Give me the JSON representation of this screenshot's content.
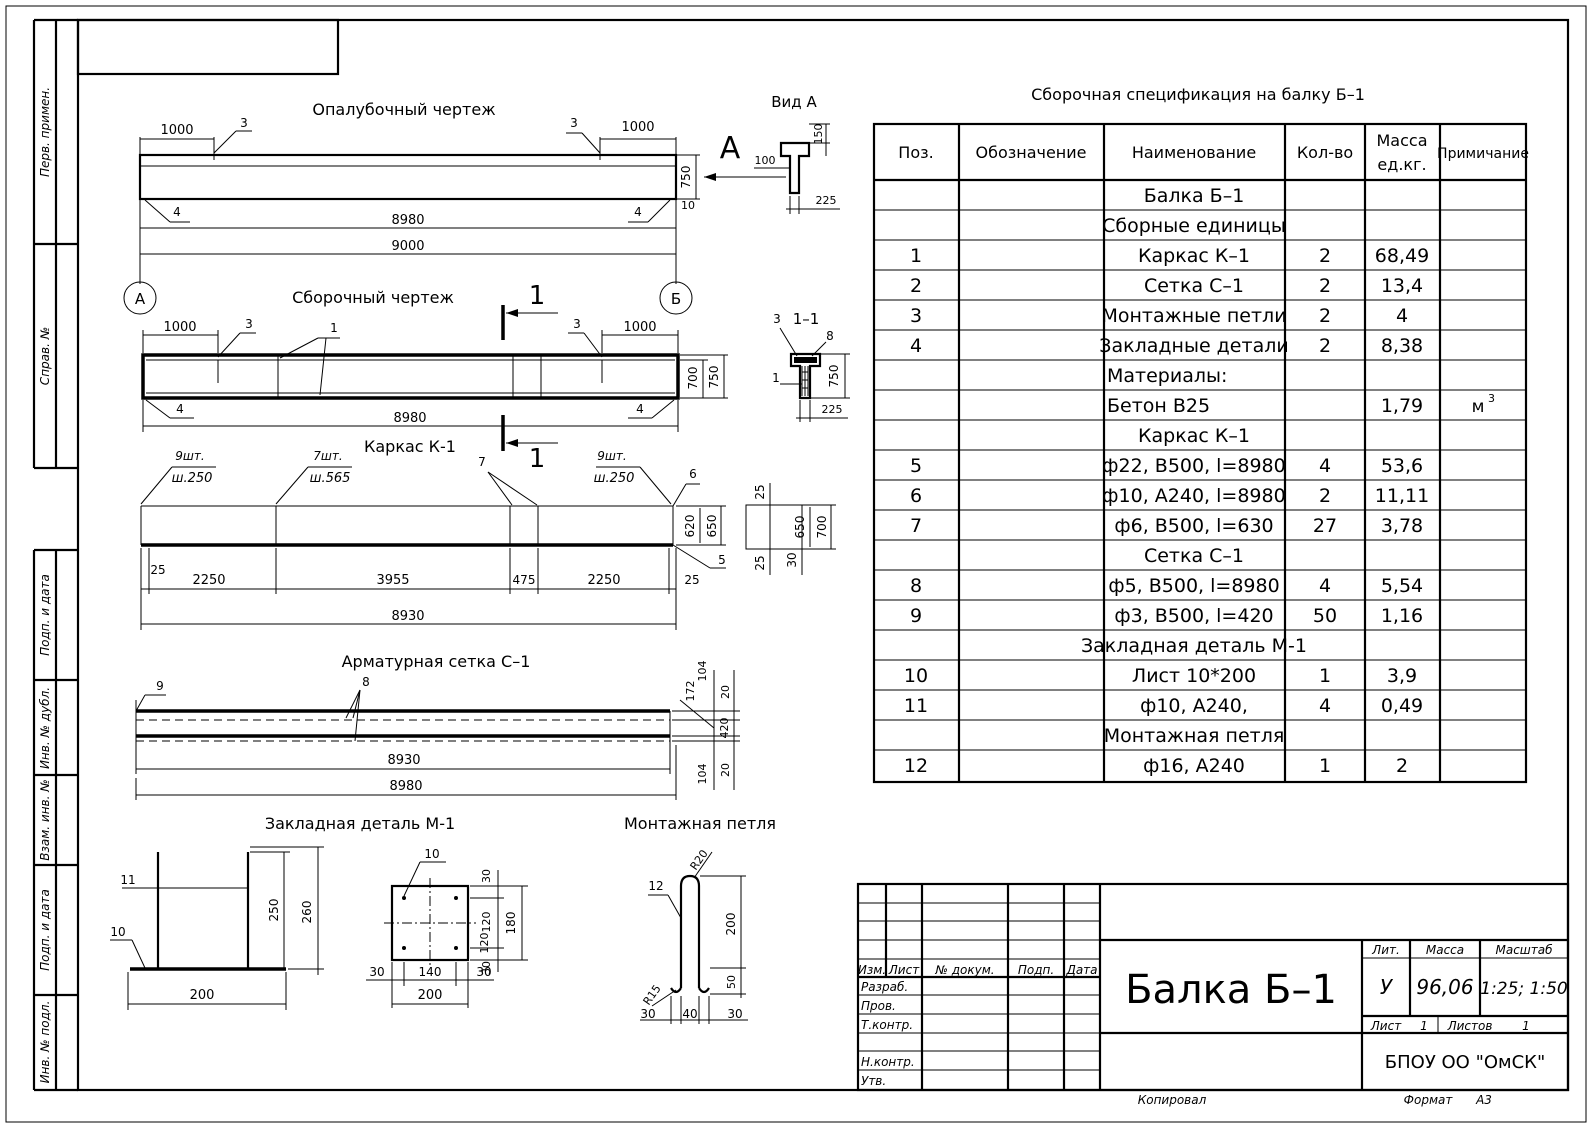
{
  "drawings": {
    "formwork": {
      "title": "Опалубочный чертеж",
      "dim_left": "1000",
      "dim_right": "1000",
      "pos_top_left": "3",
      "pos_top_right": "3",
      "pos_bottom_left": "4",
      "pos_bottom_right": "4",
      "dim_height": "750",
      "dim_small": "10",
      "dim_inner": "8980",
      "dim_total": "9000",
      "axis_a": "А",
      "axis_b": "Б",
      "view_arrow": "А"
    },
    "view_a": {
      "title": "Вид А",
      "dim_top": "150",
      "dim_flange": "100",
      "dim_width": "225"
    },
    "assembly": {
      "title": "Сборочный чертеж",
      "dim_left": "1000",
      "dim_right": "1000",
      "pos3_left": "3",
      "pos3_right": "3",
      "pos1": "1",
      "pos4_left": "4",
      "pos4_right": "4",
      "dim_h_inner": "700",
      "dim_h_outer": "750",
      "dim_length": "8980",
      "cut_top": "1",
      "cut_bottom": "1"
    },
    "section_1_1": {
      "title": "1–1",
      "pos3": "3",
      "pos8": "8",
      "pos1": "1",
      "dim_height": "750",
      "dim_width": "225"
    },
    "cage_k1": {
      "title": "Каркас К-1",
      "note1_count": "9шт.",
      "note1_step": "ш.250",
      "note2_count": "7шт.",
      "note2_step": "ш.565",
      "note3_count": "9шт.",
      "note3_step": "ш.250",
      "pos7": "7",
      "pos6": "6",
      "pos5": "5",
      "dim_25_left": "25",
      "dim_2250_left": "2250",
      "dim_3955": "3955",
      "dim_475": "475",
      "dim_2250_right": "2250",
      "dim_25_right": "25",
      "dim_total": "8930",
      "dim_620": "620",
      "dim_650": "650"
    },
    "cage_section": {
      "dim_25_top": "25",
      "dim_650": "650",
      "dim_700": "700",
      "dim_25_bottom": "25",
      "dim_30": "30"
    },
    "mesh_c1": {
      "title": "Арматурная сетка С–1",
      "pos9": "9",
      "pos8": "8",
      "dim_inner": "8930",
      "dim_outer": "8980",
      "dim_172": "172",
      "dim_104_top": "104",
      "dim_20_top": "20",
      "dim_420": "420",
      "dim_104_bottom": "104",
      "dim_20_bottom": "20"
    },
    "embedded_m1": {
      "title": "Закладная деталь М-1",
      "pos11": "11",
      "pos10": "10",
      "dim_250": "250",
      "dim_260": "260",
      "dim_200": "200",
      "plan_pos10": "10",
      "plan_30_top": "30",
      "plan_120_a": "120",
      "plan_120_b": "120",
      "plan_30_bottom": "30",
      "plan_180": "180",
      "plan_30_left": "30",
      "plan_140": "140",
      "plan_30_right": "30",
      "plan_200": "200"
    },
    "lifting_loop": {
      "title": "Монтажная петля",
      "pos12": "12",
      "r20": "R20",
      "r15": "R15",
      "dim_200": "200",
      "dim_50": "50",
      "dim_30_left": "30",
      "dim_40": "40",
      "dim_30_right": "30"
    }
  },
  "specification": {
    "title": "Сборочная спецификация на балку Б–1",
    "headers": [
      "Поз.",
      "Обозначение",
      "Наименование",
      "Кол-во",
      "Масса ед.кг.",
      "Примичание"
    ],
    "header_mass_line1": "Масса",
    "header_mass_line2": "ед.кг.",
    "rows": [
      {
        "pos": "",
        "code": "",
        "name": "Балка Б–1",
        "qty": "",
        "mass": "",
        "note": "",
        "align": "center"
      },
      {
        "pos": "",
        "code": "",
        "name": "Сборные единицы",
        "qty": "",
        "mass": "",
        "note": "",
        "align": "center"
      },
      {
        "pos": "1",
        "code": "",
        "name": "Каркас К–1",
        "qty": "2",
        "mass": "68,49",
        "note": "",
        "align": "center"
      },
      {
        "pos": "2",
        "code": "",
        "name": "Сетка С–1",
        "qty": "2",
        "mass": "13,4",
        "note": "",
        "align": "center"
      },
      {
        "pos": "3",
        "code": "",
        "name": "Монтажные петли",
        "qty": "2",
        "mass": "4",
        "note": "",
        "align": "center"
      },
      {
        "pos": "4",
        "code": "",
        "name": "Закладные детали",
        "qty": "2",
        "mass": "8,38",
        "note": "",
        "align": "center"
      },
      {
        "pos": "",
        "code": "",
        "name": "Материалы:",
        "qty": "",
        "mass": "",
        "note": "",
        "align": "left"
      },
      {
        "pos": "",
        "code": "",
        "name": "Бетон В25",
        "qty": "",
        "mass": "1,79",
        "note": "м",
        "note_sup": "3",
        "align": "left"
      },
      {
        "pos": "",
        "code": "",
        "name": "Каркас К–1",
        "qty": "",
        "mass": "",
        "note": "",
        "align": "center"
      },
      {
        "pos": "5",
        "code": "",
        "name": "ф22, В500, l=8980",
        "qty": "4",
        "mass": "53,6",
        "note": "",
        "align": "center"
      },
      {
        "pos": "6",
        "code": "",
        "name": "ф10, А240, l=8980",
        "qty": "2",
        "mass": "11,11",
        "note": "",
        "align": "center"
      },
      {
        "pos": "7",
        "code": "",
        "name": "ф6, В500, l=630",
        "qty": "27",
        "mass": "3,78",
        "note": "",
        "align": "center"
      },
      {
        "pos": "",
        "code": "",
        "name": "Сетка С–1",
        "qty": "",
        "mass": "",
        "note": "",
        "align": "center"
      },
      {
        "pos": "8",
        "code": "",
        "name": "ф5, В500, l=8980",
        "qty": "4",
        "mass": "5,54",
        "note": "",
        "align": "center"
      },
      {
        "pos": "9",
        "code": "",
        "name": "ф3, В500, l=420",
        "qty": "50",
        "mass": "1,16",
        "note": "",
        "align": "center"
      },
      {
        "pos": "",
        "code": "",
        "name": "Закладная деталь М-1",
        "qty": "",
        "mass": "",
        "note": "",
        "align": "center"
      },
      {
        "pos": "10",
        "code": "",
        "name": "Лист 10*200",
        "qty": "1",
        "mass": "3,9",
        "note": "",
        "align": "center"
      },
      {
        "pos": "11",
        "code": "",
        "name": "ф10, А240,",
        "qty": "4",
        "mass": "0,49",
        "note": "",
        "align": "center"
      },
      {
        "pos": "",
        "code": "",
        "name": "Монтажная петля",
        "qty": "",
        "mass": "",
        "note": "",
        "align": "center"
      },
      {
        "pos": "12",
        "code": "",
        "name": "ф16, А240",
        "qty": "1",
        "mass": "2",
        "note": "",
        "align": "center"
      }
    ]
  },
  "side_stamp": [
    "Перв. примен.",
    "Справ. №",
    "Подп. и дата",
    "Инв. № дубл.",
    "Взам. инв. №",
    "Подп. и дата",
    "Инв. № подл."
  ],
  "title_block": {
    "title": "Балка Б–1",
    "col_izm": "Изм.",
    "col_list": "Лист",
    "col_doc": "№ докум.",
    "col_sign": "Подп.",
    "col_date": "Дата",
    "role_razrab": "Разраб.",
    "role_prov": "Пров.",
    "role_tkontr": "Т.контр.",
    "role_nkontr": "Н.контр.",
    "role_utv": "Утв.",
    "lit_label": "Лит.",
    "mass_label": "Масса",
    "scale_label": "Масштаб",
    "lit_value": "У",
    "mass_value": "96,06",
    "scale_value": "1:25; 1:50",
    "sheet_label": "Лист",
    "sheet_value": "1",
    "sheets_label": "Листов",
    "sheets_value": "1",
    "organization": "БПОУ ОО \"ОмСК\"",
    "copied_label": "Копировал",
    "format_label": "Формат",
    "format_value": "А3"
  }
}
